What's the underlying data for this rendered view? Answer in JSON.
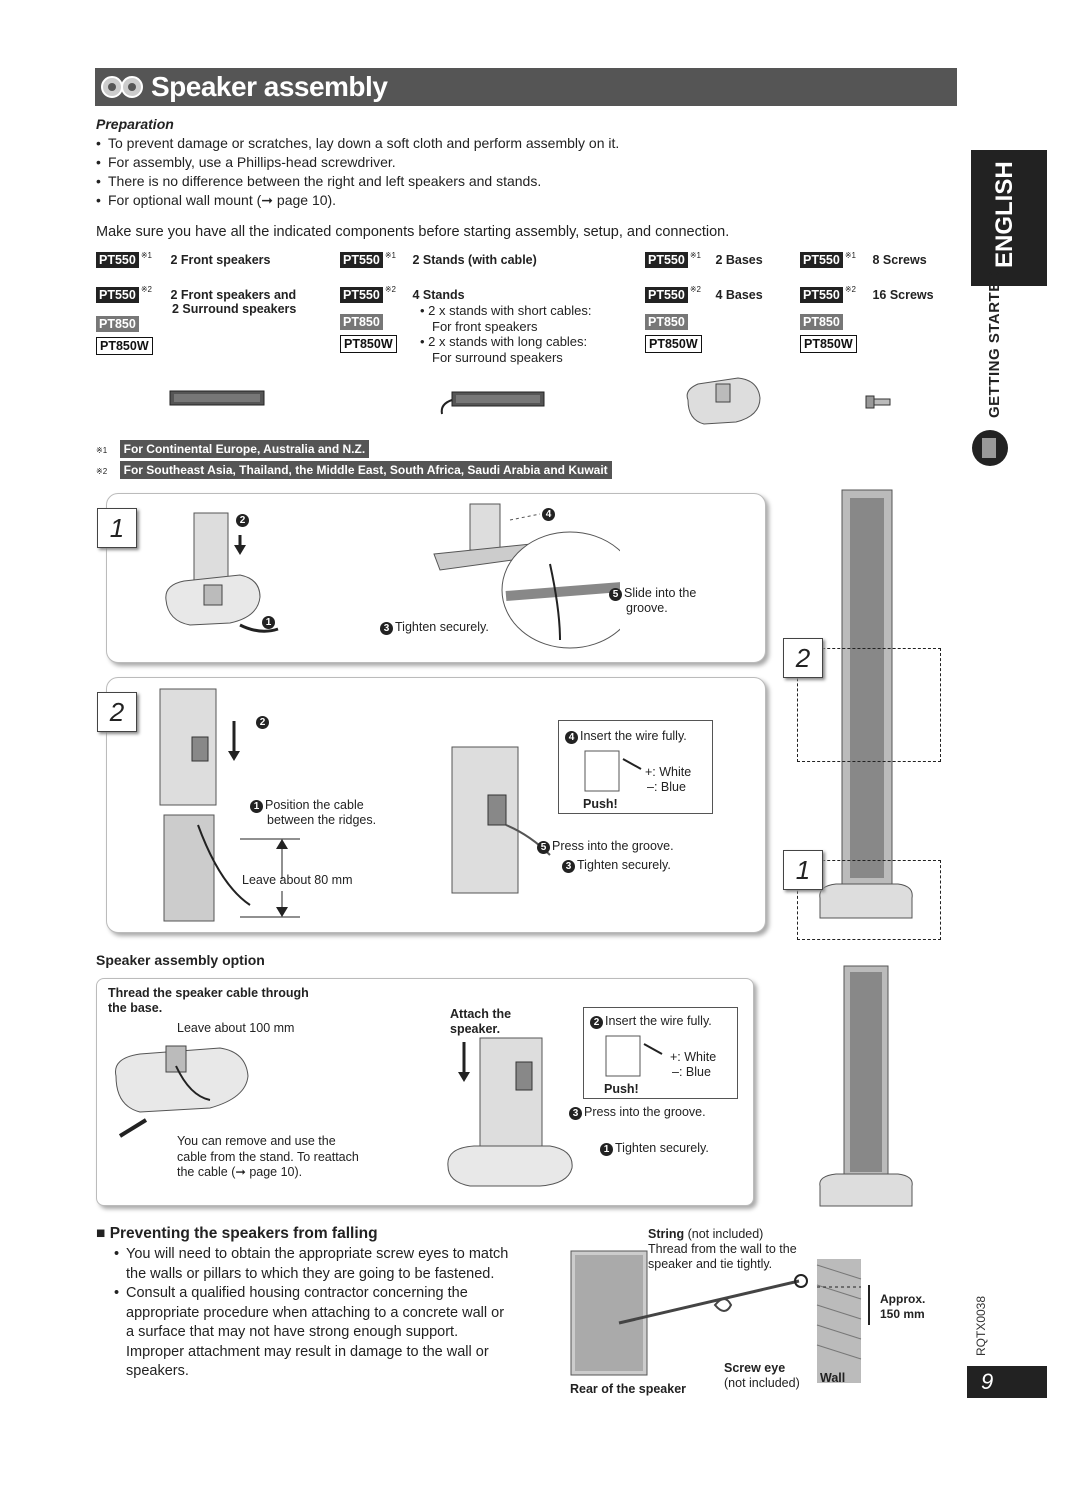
{
  "title": "Speaker assembly",
  "preparation": {
    "heading": "Preparation",
    "bullets": [
      "To prevent damage or scratches, lay down a soft cloth and perform assembly on it.",
      "For assembly, use a Phillips-head screwdriver.",
      "There is no difference between the right and left speakers and stands.",
      "For optional wall mount (➞ page 10)."
    ]
  },
  "components_intro": "Make sure you have all the indicated components before starting assembly, setup, and connection.",
  "components": {
    "front": {
      "r1_model": "PT550",
      "r1_note": "※1",
      "r1_text": "2 Front speakers",
      "r2_model": "PT550",
      "r2_note": "※2",
      "r2_text": "2 Front speakers and",
      "r2_text2": "2 Surround speakers",
      "m3": "PT850",
      "m4": "PT850W"
    },
    "stands": {
      "r1_model": "PT550",
      "r1_note": "※1",
      "r1_text": "2 Stands (with cable)",
      "r2_model": "PT550",
      "r2_note": "※2",
      "r2_text": "4 Stands",
      "b1": "2 x stands with short cables:",
      "b1b": "For front speakers",
      "b2": "2 x stands with long cables:",
      "b2b": "For surround speakers",
      "m3": "PT850",
      "m4": "PT850W"
    },
    "bases": {
      "r1_model": "PT550",
      "r1_note": "※1",
      "r1_text": "2 Bases",
      "r2_model": "PT550",
      "r2_note": "※2",
      "r2_text": "4 Bases",
      "m3": "PT850",
      "m4": "PT850W"
    },
    "screws": {
      "r1_model": "PT550",
      "r1_note": "※1",
      "r1_text": "8 Screws",
      "r2_model": "PT550",
      "r2_note": "※2",
      "r2_text": "16 Screws",
      "m3": "PT850",
      "m4": "PT850W"
    }
  },
  "notes": {
    "n1_mark": "※1",
    "n1": "For Continental Europe, Australia and N.Z.",
    "n2_mark": "※2",
    "n2": "For Southeast Asia, Thailand, the Middle East, South Africa, Saudi Arabia and Kuwait"
  },
  "step1": {
    "num": "1",
    "slide": "Slide into the",
    "slide2": "groove.",
    "tighten": "Tighten securely."
  },
  "step2": {
    "num": "2",
    "position": "Position the cable",
    "position2": "between the ridges.",
    "leave": "Leave about 80 mm",
    "insert": "Insert the wire fully.",
    "white": "+: White",
    "blue": "–: Blue",
    "push": "Push!",
    "press": "Press into the groove.",
    "tighten": "Tighten securely."
  },
  "right_steps": {
    "s2": "2",
    "s1": "1"
  },
  "option": {
    "heading": "Speaker assembly option",
    "thread": "Thread the speaker cable through",
    "thread2": "the base.",
    "leave": "Leave about 100 mm",
    "remove": "You can remove and use the",
    "remove2": "cable from the stand. To reattach",
    "remove3": "the cable (➞ page 10).",
    "attach": "Attach the",
    "attach2": "speaker.",
    "insert": "Insert the wire fully.",
    "white": "+: White",
    "blue": "–: Blue",
    "push": "Push!",
    "press": "Press into the groove.",
    "tighten": "Tighten securely."
  },
  "falling": {
    "heading": "Preventing the speakers from falling",
    "b1": "You will need to obtain the appropriate screw eyes to match the walls or pillars to which they are going to be fastened.",
    "b2": "Consult a qualified housing contractor concerning the appropriate procedure when attaching to a concrete wall or a surface that may not have strong enough support. Improper attachment may result in damage to the wall or speakers.",
    "string": "String",
    "string_note": "(not included)",
    "thread": "Thread from the wall to the",
    "thread2": "speaker and tie tightly.",
    "approx": "Approx.",
    "approx2": "150 mm",
    "screw_eye": "Screw eye",
    "screw_note": "(not included)",
    "wall": "Wall",
    "rear": "Rear of the speaker"
  },
  "sidebar": {
    "language": "ENGLISH",
    "section": "GETTING STARTED",
    "doc_code": "RQTX0038",
    "page": "9"
  }
}
